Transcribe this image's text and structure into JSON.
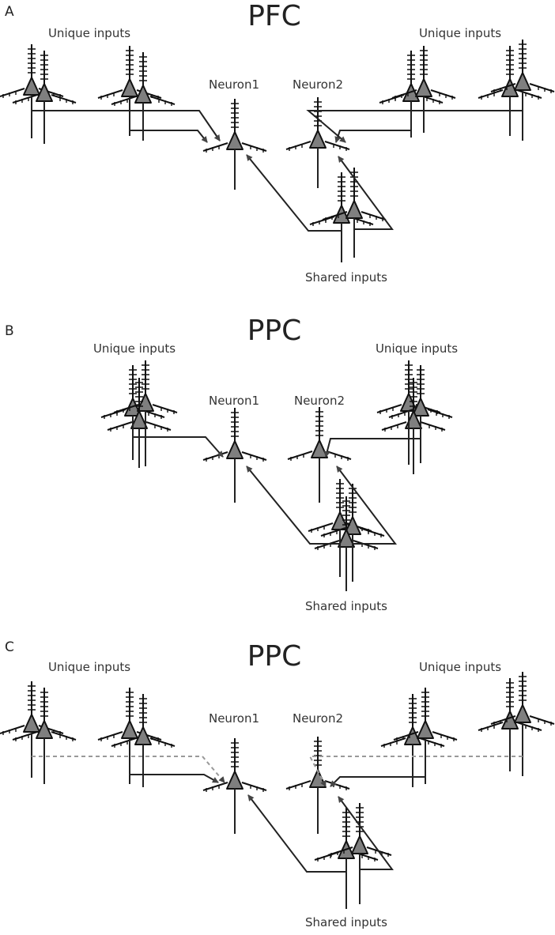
{
  "colors": {
    "neuron_fill": "#7f7f7f",
    "line": "#222222",
    "dashed": "#999999",
    "text": "#333333"
  },
  "panels": [
    {
      "letter": "A",
      "region": "PFC",
      "unique_left_label": "Unique inputs",
      "unique_right_label": "Unique inputs",
      "neuron1_label": "Neuron1",
      "neuron2_label": "Neuron2",
      "shared_label": "Shared inputs"
    },
    {
      "letter": "B",
      "region": "PPC",
      "unique_left_label": "Unique inputs",
      "unique_right_label": "Unique inputs",
      "neuron1_label": "Neuron1",
      "neuron2_label": "Neuron2",
      "shared_label": "Shared inputs"
    },
    {
      "letter": "C",
      "region": "PPC",
      "unique_left_label": "Unique inputs",
      "unique_right_label": "Unique inputs",
      "neuron1_label": "Neuron1",
      "neuron2_label": "Neuron2",
      "shared_label": "Shared inputs"
    }
  ]
}
